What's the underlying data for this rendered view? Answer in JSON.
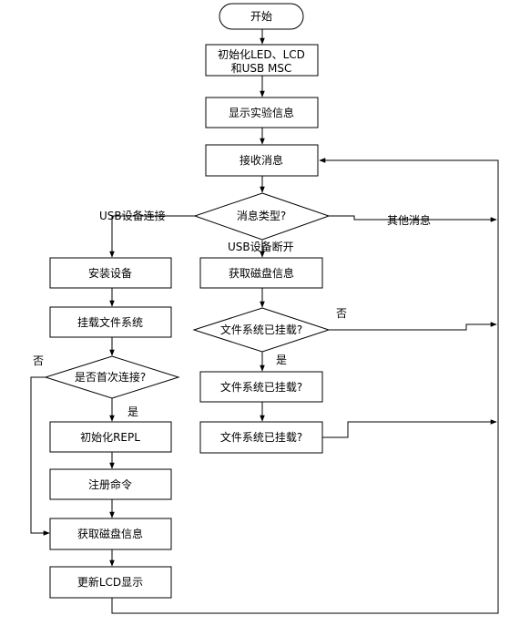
{
  "nodes": {
    "start": "开始",
    "init_line1": "初始化LED、LCD",
    "init_line2": "和USB MSC",
    "show_info": "显示实验信息",
    "receive": "接收消息",
    "msg_type": "消息类型?",
    "install_device": "安装设备",
    "mount_fs": "挂载文件系统",
    "first_connect": "是否首次连接?",
    "init_repl": "初始化REPL",
    "register_cmd": "注册命令",
    "get_disk_left": "获取磁盘信息",
    "update_lcd": "更新LCD显示",
    "get_disk_right": "获取磁盘信息",
    "fs_mounted_q": "文件系统已挂载?",
    "fs_mounted_1": "文件系统已挂载?",
    "fs_mounted_2": "文件系统已挂载?"
  },
  "edge_labels": {
    "usb_connect": "USB设备连接",
    "usb_disconnect": "USB设备断开",
    "other_msg": "其他消息",
    "no_left": "否",
    "yes_left": "是",
    "no_right": "否",
    "yes_right": "是"
  }
}
